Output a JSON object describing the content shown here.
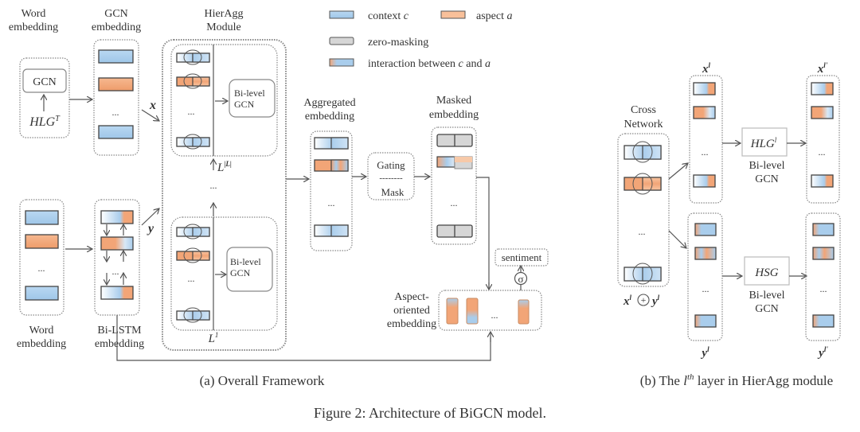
{
  "figure": {
    "caption": "Figure 2: Architecture of BiGCN model.",
    "subcaption_a": "(a) Overall Framework",
    "subcaption_b_prefix": "(b) The ",
    "subcaption_b_math": "l",
    "subcaption_b_sup": "th",
    "subcaption_b_suffix": " layer in HierAgg module"
  },
  "legend": {
    "context": "context ",
    "context_var": "c",
    "aspect": "aspect ",
    "aspect_var": "a",
    "zero_masking": "zero-masking",
    "interaction": "interaction between ",
    "interaction_c": "c",
    "interaction_and": " and ",
    "interaction_a": "a"
  },
  "colors": {
    "context_blue": "#a9cdec",
    "aspect_orange": "#f2a577",
    "mask_gray": "#d6d6d6",
    "stroke": "#444444"
  },
  "panel_a": {
    "word_embedding_top": [
      "Word",
      "embedding"
    ],
    "gcn_node": "GCN",
    "hlg_t": "HLG",
    "hlg_t_sup": "T",
    "gcn_embedding": [
      "GCN",
      "embedding"
    ],
    "hieragg": [
      "HierAgg",
      "Module"
    ],
    "bilevel_gcn": [
      "Bi-level",
      "GCN"
    ],
    "layer_top": "L",
    "layer_top_sup": "|L|",
    "layer_bottom": "L",
    "layer_bottom_sup": "1",
    "x_var": "x",
    "y_var": "y",
    "ellipsis": "...",
    "word_embedding_bottom": [
      "Word",
      "embedding"
    ],
    "bilstm_embedding": [
      "Bi-LSTM",
      "embedding"
    ],
    "aggregated_embedding": [
      "Aggregated",
      "embedding"
    ],
    "gating": "Gating",
    "gating_sep": "--------",
    "mask": "Mask",
    "masked_embedding": [
      "Masked",
      "embedding"
    ],
    "sentiment": "sentiment",
    "sigma": "σ",
    "aspect_oriented": [
      "Aspect-",
      "oriented",
      "embedding"
    ]
  },
  "panel_b": {
    "cross_network": [
      "Cross",
      "Network"
    ],
    "x_l": "x",
    "x_l_sup": "l",
    "x_l1": "x",
    "x_l1_sup": "l'",
    "y_l": "y",
    "y_l_sup": "l",
    "y_l1": "y",
    "y_l1_sup": "l'",
    "oplus": "+",
    "hlg_l": "HLG",
    "hlg_l_sup": "l",
    "hsg": "HSG",
    "bilevel_gcn": [
      "Bi-level",
      "GCN"
    ],
    "ellipsis": "..."
  }
}
